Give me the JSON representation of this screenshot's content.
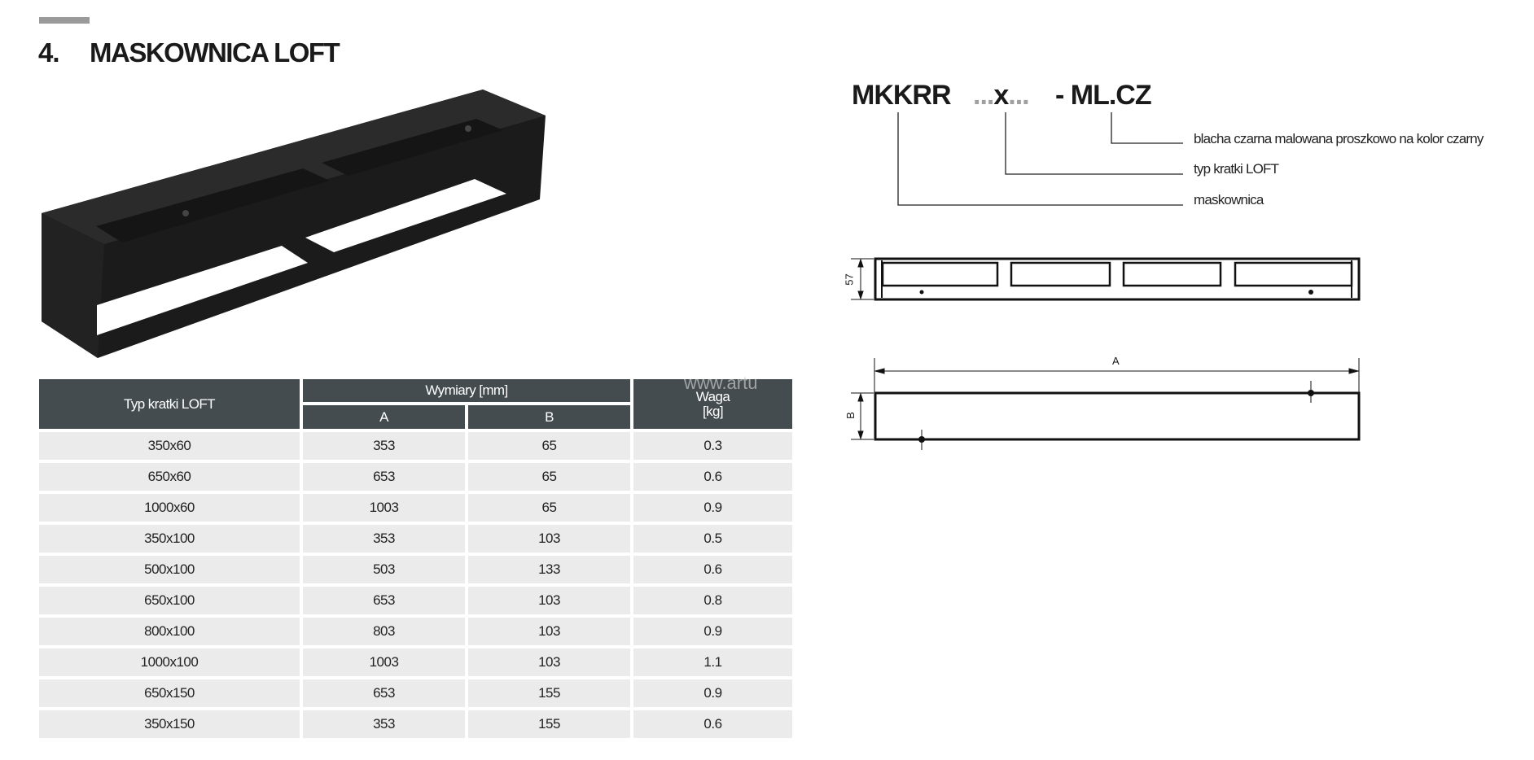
{
  "header": {
    "section_number": "4.",
    "title": "MASKOWNICA LOFT"
  },
  "code": {
    "prefix": "MKKRR",
    "size_dots_left": "...",
    "size_x": "x",
    "size_dots_right": "...",
    "suffix": "- ML.CZ",
    "legend": [
      "blacha czarna malowana proszkowo na kolor czarny",
      "typ kratki LOFT",
      "maskownica"
    ]
  },
  "drawings": {
    "height_label": "57",
    "length_label": "A",
    "depth_label": "B"
  },
  "watermark": "www.artu",
  "table": {
    "headers": {
      "type": "Typ kratki LOFT",
      "dimensions": "Wymiary [mm]",
      "a": "A",
      "b": "B",
      "weight_line1": "Waga",
      "weight_line2": "[kg]"
    },
    "rows": [
      [
        "350x60",
        "353",
        "65",
        "0.3"
      ],
      [
        "650x60",
        "653",
        "65",
        "0.6"
      ],
      [
        "1000x60",
        "1003",
        "65",
        "0.9"
      ],
      [
        "350x100",
        "353",
        "103",
        "0.5"
      ],
      [
        "500x100",
        "503",
        "133",
        "0.6"
      ],
      [
        "650x100",
        "653",
        "103",
        "0.8"
      ],
      [
        "800x100",
        "803",
        "103",
        "0.9"
      ],
      [
        "1000x100",
        "1003",
        "103",
        "1.1"
      ],
      [
        "650x150",
        "653",
        "155",
        "0.9"
      ],
      [
        "350x150",
        "353",
        "155",
        "0.6"
      ]
    ]
  }
}
